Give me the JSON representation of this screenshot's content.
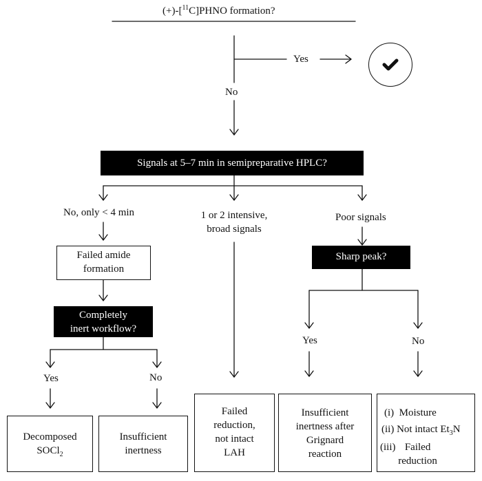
{
  "title": {
    "prefix": "(+)-[",
    "sup": "11",
    "suffix": "C]PHNO formation?"
  },
  "branch_yes": "Yes",
  "branch_no": "No",
  "check_icon": "checkmark-icon",
  "hplc_question": "Signals at 5–7 min in semipreparative HPLC?",
  "left_branch_label": "No, only < 4 min",
  "middle_branch_label": [
    "1 or 2 intensive,",
    "broad signals"
  ],
  "right_branch_label": "Poor signals",
  "failed_amide": [
    "Failed amide",
    "formation"
  ],
  "inert_question": [
    "Completely",
    "inert workflow?"
  ],
  "sharp_peak": "Sharp peak?",
  "left_yes": "Yes",
  "left_no": "No",
  "right_yes": "Yes",
  "right_no": "No",
  "outcomes": {
    "decomposed": {
      "line1": "Decomposed",
      "line2_prefix": "SOCl",
      "line2_sub": "2"
    },
    "insufficient_inertness": [
      "Insufficient",
      "inertness"
    ],
    "failed_reduction": [
      "Failed",
      "reduction,",
      "not intact",
      "LAH"
    ],
    "grignard": [
      "Insufficient",
      "inertness after",
      "Grignard",
      "reaction"
    ],
    "causes": [
      {
        "num": "(i)",
        "text": "Moisture"
      },
      {
        "num": "(ii)",
        "text_prefix": "Not intact Et",
        "text_sub": "3",
        "text_suffix": "N"
      },
      {
        "num": "(iii)",
        "text": [
          "Failed",
          "reduction"
        ]
      }
    ]
  }
}
